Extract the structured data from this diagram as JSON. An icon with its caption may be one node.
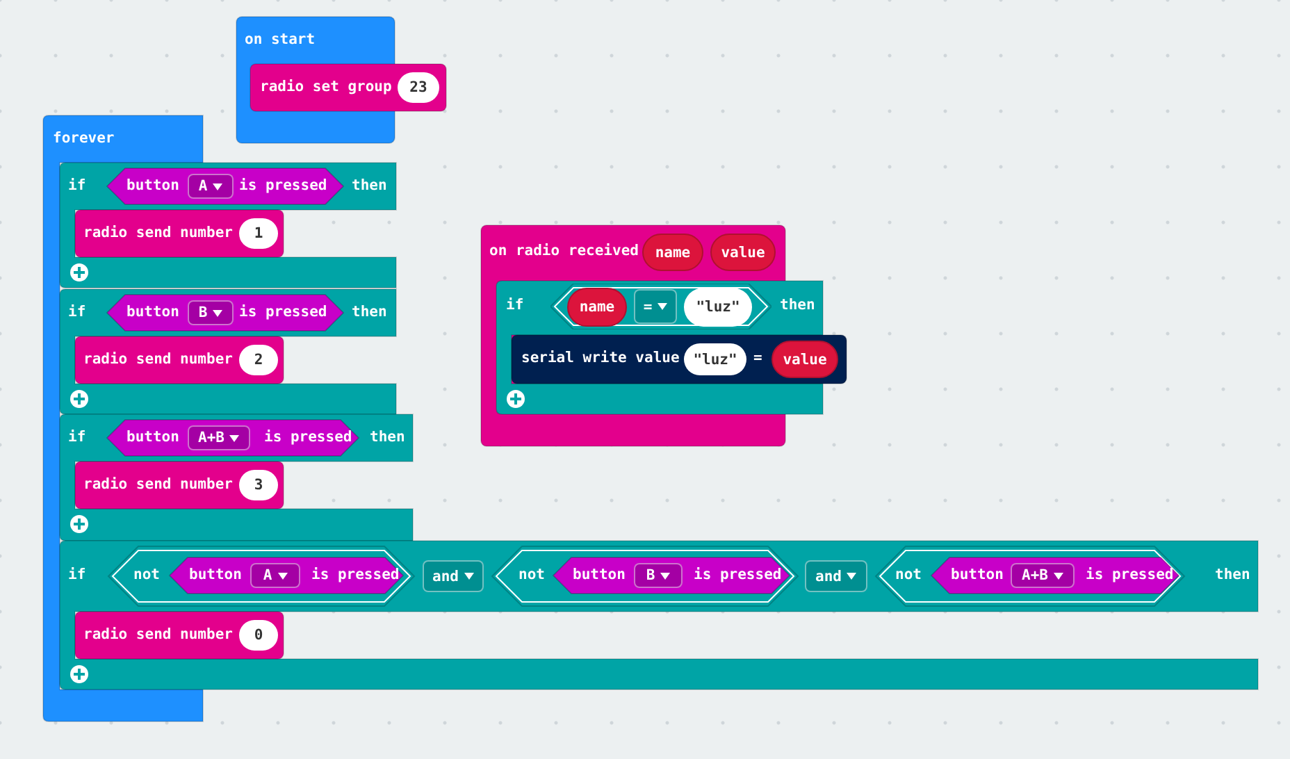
{
  "diagram": {
    "nodes": [
      {
        "text": [
          "on start"
        ]
      },
      {
        "text": [
          "radio set group"
        ]
      },
      {
        "text": [
          "23"
        ],
        "in": 1
      },
      {
        "text": [
          "forever"
        ]
      },
      {
        "text": [
          "if",
          "then"
        ]
      },
      {
        "text": [
          "button",
          "is pressed"
        ],
        "in": 4
      },
      {
        "text": [
          "A"
        ],
        "in": 5
      },
      {
        "text": [
          "radio send number"
        ],
        "in": 4
      },
      {
        "text": [
          "1"
        ],
        "in": 7
      },
      {
        "text": [
          "if",
          "then"
        ]
      },
      {
        "text": [
          "button",
          "is pressed"
        ],
        "in": 9
      },
      {
        "text": [
          "B"
        ],
        "in": 10
      },
      {
        "text": [
          "radio send number"
        ],
        "in": 9
      },
      {
        "text": [
          "2"
        ],
        "in": 12
      },
      {
        "text": [
          "if",
          "then"
        ]
      },
      {
        "text": [
          "button",
          "is pressed"
        ],
        "in": 14
      },
      {
        "text": [
          "A+B"
        ],
        "in": 15
      },
      {
        "text": [
          "radio send number"
        ],
        "in": 14
      },
      {
        "text": [
          "3"
        ],
        "in": 17
      },
      {
        "text": [
          "if",
          "then"
        ]
      },
      {
        "text": [
          "not"
        ],
        "in": 19
      },
      {
        "text": [
          "button",
          "is pressed"
        ],
        "in": 20
      },
      {
        "text": [
          "A"
        ],
        "in": 21
      },
      {
        "text": [
          "and"
        ],
        "in": 19
      },
      {
        "text": [
          "not"
        ],
        "in": 19
      },
      {
        "text": [
          "button",
          "is pressed"
        ],
        "in": 24
      },
      {
        "text": [
          "B"
        ],
        "in": 25
      },
      {
        "text": [
          "and"
        ],
        "in": 19
      },
      {
        "text": [
          "not"
        ],
        "in": 19
      },
      {
        "text": [
          "button",
          "is pressed"
        ],
        "in": 28
      },
      {
        "text": [
          "A+B"
        ],
        "in": 29
      },
      {
        "text": [
          "radio send number"
        ],
        "in": 19
      },
      {
        "text": [
          "0"
        ],
        "in": 31
      },
      {
        "text": [
          "on radio received"
        ]
      },
      {
        "text": [
          "name"
        ],
        "in": 33
      },
      {
        "text": [
          "value"
        ],
        "in": 33
      },
      {
        "text": [
          "if",
          "then"
        ]
      },
      {
        "text": [
          "name"
        ],
        "in": 36
      },
      {
        "text": [
          "="
        ],
        "in": 36
      },
      {
        "text": [
          "\"luz\""
        ],
        "in": 36
      },
      {
        "text": [
          "serial write value",
          "="
        ]
      },
      {
        "text": [
          "\"luz\""
        ],
        "in": 40
      },
      {
        "text": [
          "value"
        ],
        "in": 40
      }
    ]
  }
}
